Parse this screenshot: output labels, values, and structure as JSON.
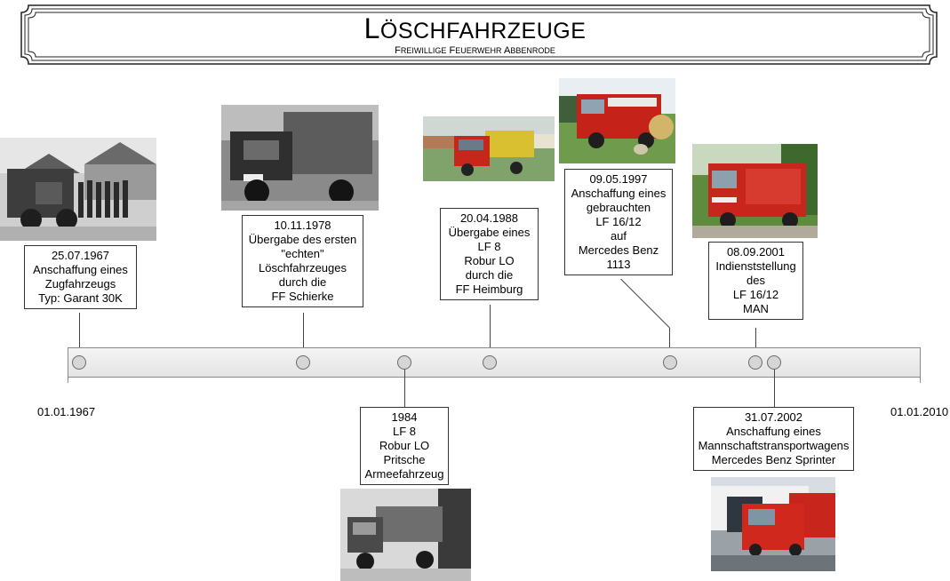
{
  "header": {
    "title_first": "L",
    "title_rest": "öschfahrzeuge",
    "subtitle_f1": "F",
    "subtitle_r1": "reiwillige",
    "subtitle_f2": "F",
    "subtitle_r2": "euerwehr",
    "subtitle_f3": "A",
    "subtitle_r3": "bbenrode"
  },
  "timeline": {
    "start_label": "01.01.1967",
    "end_label": "01.01.2010"
  },
  "events": [
    {
      "date": "25.07.1967",
      "lines": [
        "Anschaffung eines",
        "Zugfahrzeugs",
        "Typ: Garant 30K"
      ]
    },
    {
      "date": "10.11.1978",
      "lines": [
        "Übergabe des ersten",
        "\"echten\"",
        "Löschfahrzeuges",
        "durch die",
        "FF Schierke"
      ]
    },
    {
      "date": "1984",
      "lines": [
        "LF 8",
        "Robur LO",
        "Pritsche",
        "Armeefahrzeug"
      ]
    },
    {
      "date": "20.04.1988",
      "lines": [
        "Übergabe eines",
        "LF 8",
        "Robur LO",
        "durch die",
        "FF Heimburg"
      ]
    },
    {
      "date": "09.05.1997",
      "lines": [
        "Anschaffung eines",
        "gebrauchten",
        "LF 16/12",
        "auf",
        "Mercedes Benz",
        "1113"
      ]
    },
    {
      "date": "08.09.2001",
      "lines": [
        "Indienststellung",
        "des",
        "LF 16/12",
        "MAN"
      ]
    },
    {
      "date": "31.07.2002",
      "lines": [
        "Anschaffung eines",
        "Mannschaftstransportwagens",
        "Mercedes Benz Sprinter"
      ]
    }
  ],
  "colors": {
    "bar_fill": "#e8e8e8",
    "dot_fill": "#d6d6d6",
    "border": "#333333",
    "truck_red": "#c9231b"
  }
}
